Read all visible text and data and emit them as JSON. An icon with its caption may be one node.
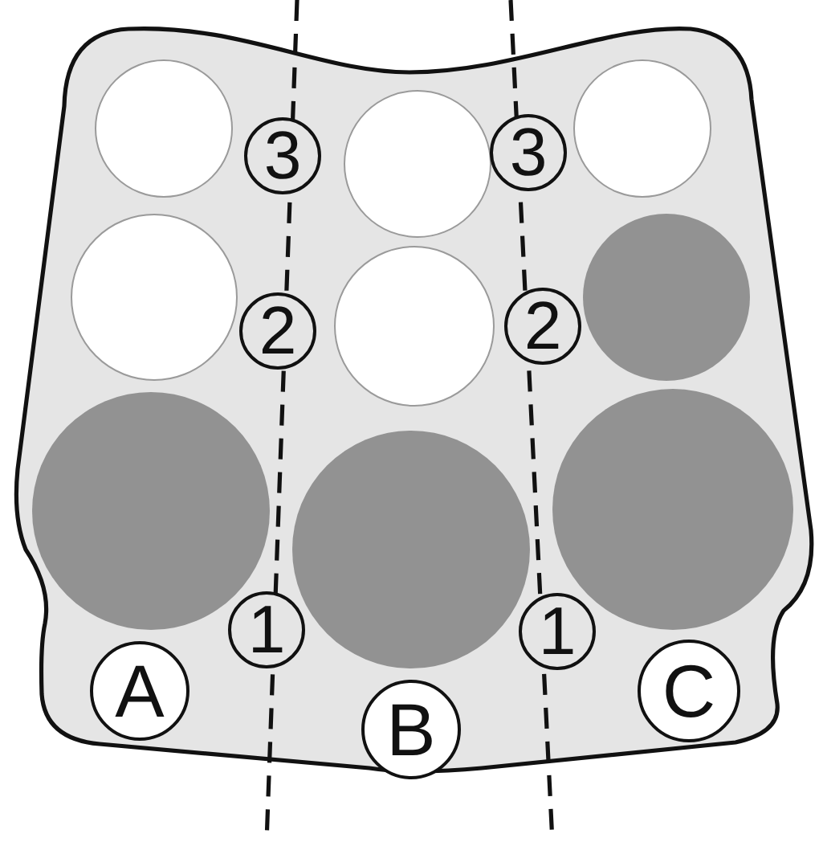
{
  "diagram": {
    "nodes": [
      {
        "text": [],
        "shape": "circle"
      },
      {
        "text": [
          "3"
        ]
      },
      {
        "text": [],
        "shape": "circle"
      },
      {
        "text": [
          "3"
        ]
      },
      {
        "text": [],
        "shape": "circle"
      },
      {
        "text": [],
        "shape": "circle"
      },
      {
        "text": [
          "2"
        ]
      },
      {
        "text": [],
        "shape": "circle"
      },
      {
        "text": [
          "2"
        ]
      },
      {
        "text": [],
        "shape": "circle"
      },
      {
        "text": [],
        "shape": "circle"
      },
      {
        "text": [],
        "shape": "circle"
      },
      {
        "text": [],
        "shape": "circle"
      },
      {
        "text": [
          "1"
        ]
      },
      {
        "text": [
          "1"
        ]
      },
      {
        "text": [
          "A"
        ]
      },
      {
        "text": [
          "B"
        ]
      },
      {
        "text": [
          "C"
        ]
      }
    ]
  }
}
